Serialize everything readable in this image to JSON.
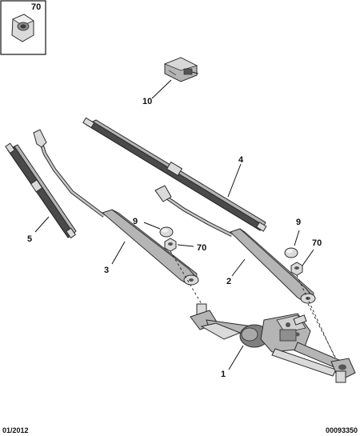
{
  "labels": {
    "nut_box": "70",
    "relay": "10",
    "blade_right": "4",
    "blade_left": "5",
    "cap_left": "9",
    "nut_left": "70",
    "arm_left": "3",
    "cap_right": "9",
    "nut_right": "70",
    "arm_right": "2",
    "motor_linkage": "1"
  },
  "footer": {
    "date": "01/2012",
    "reference": "00093350"
  }
}
